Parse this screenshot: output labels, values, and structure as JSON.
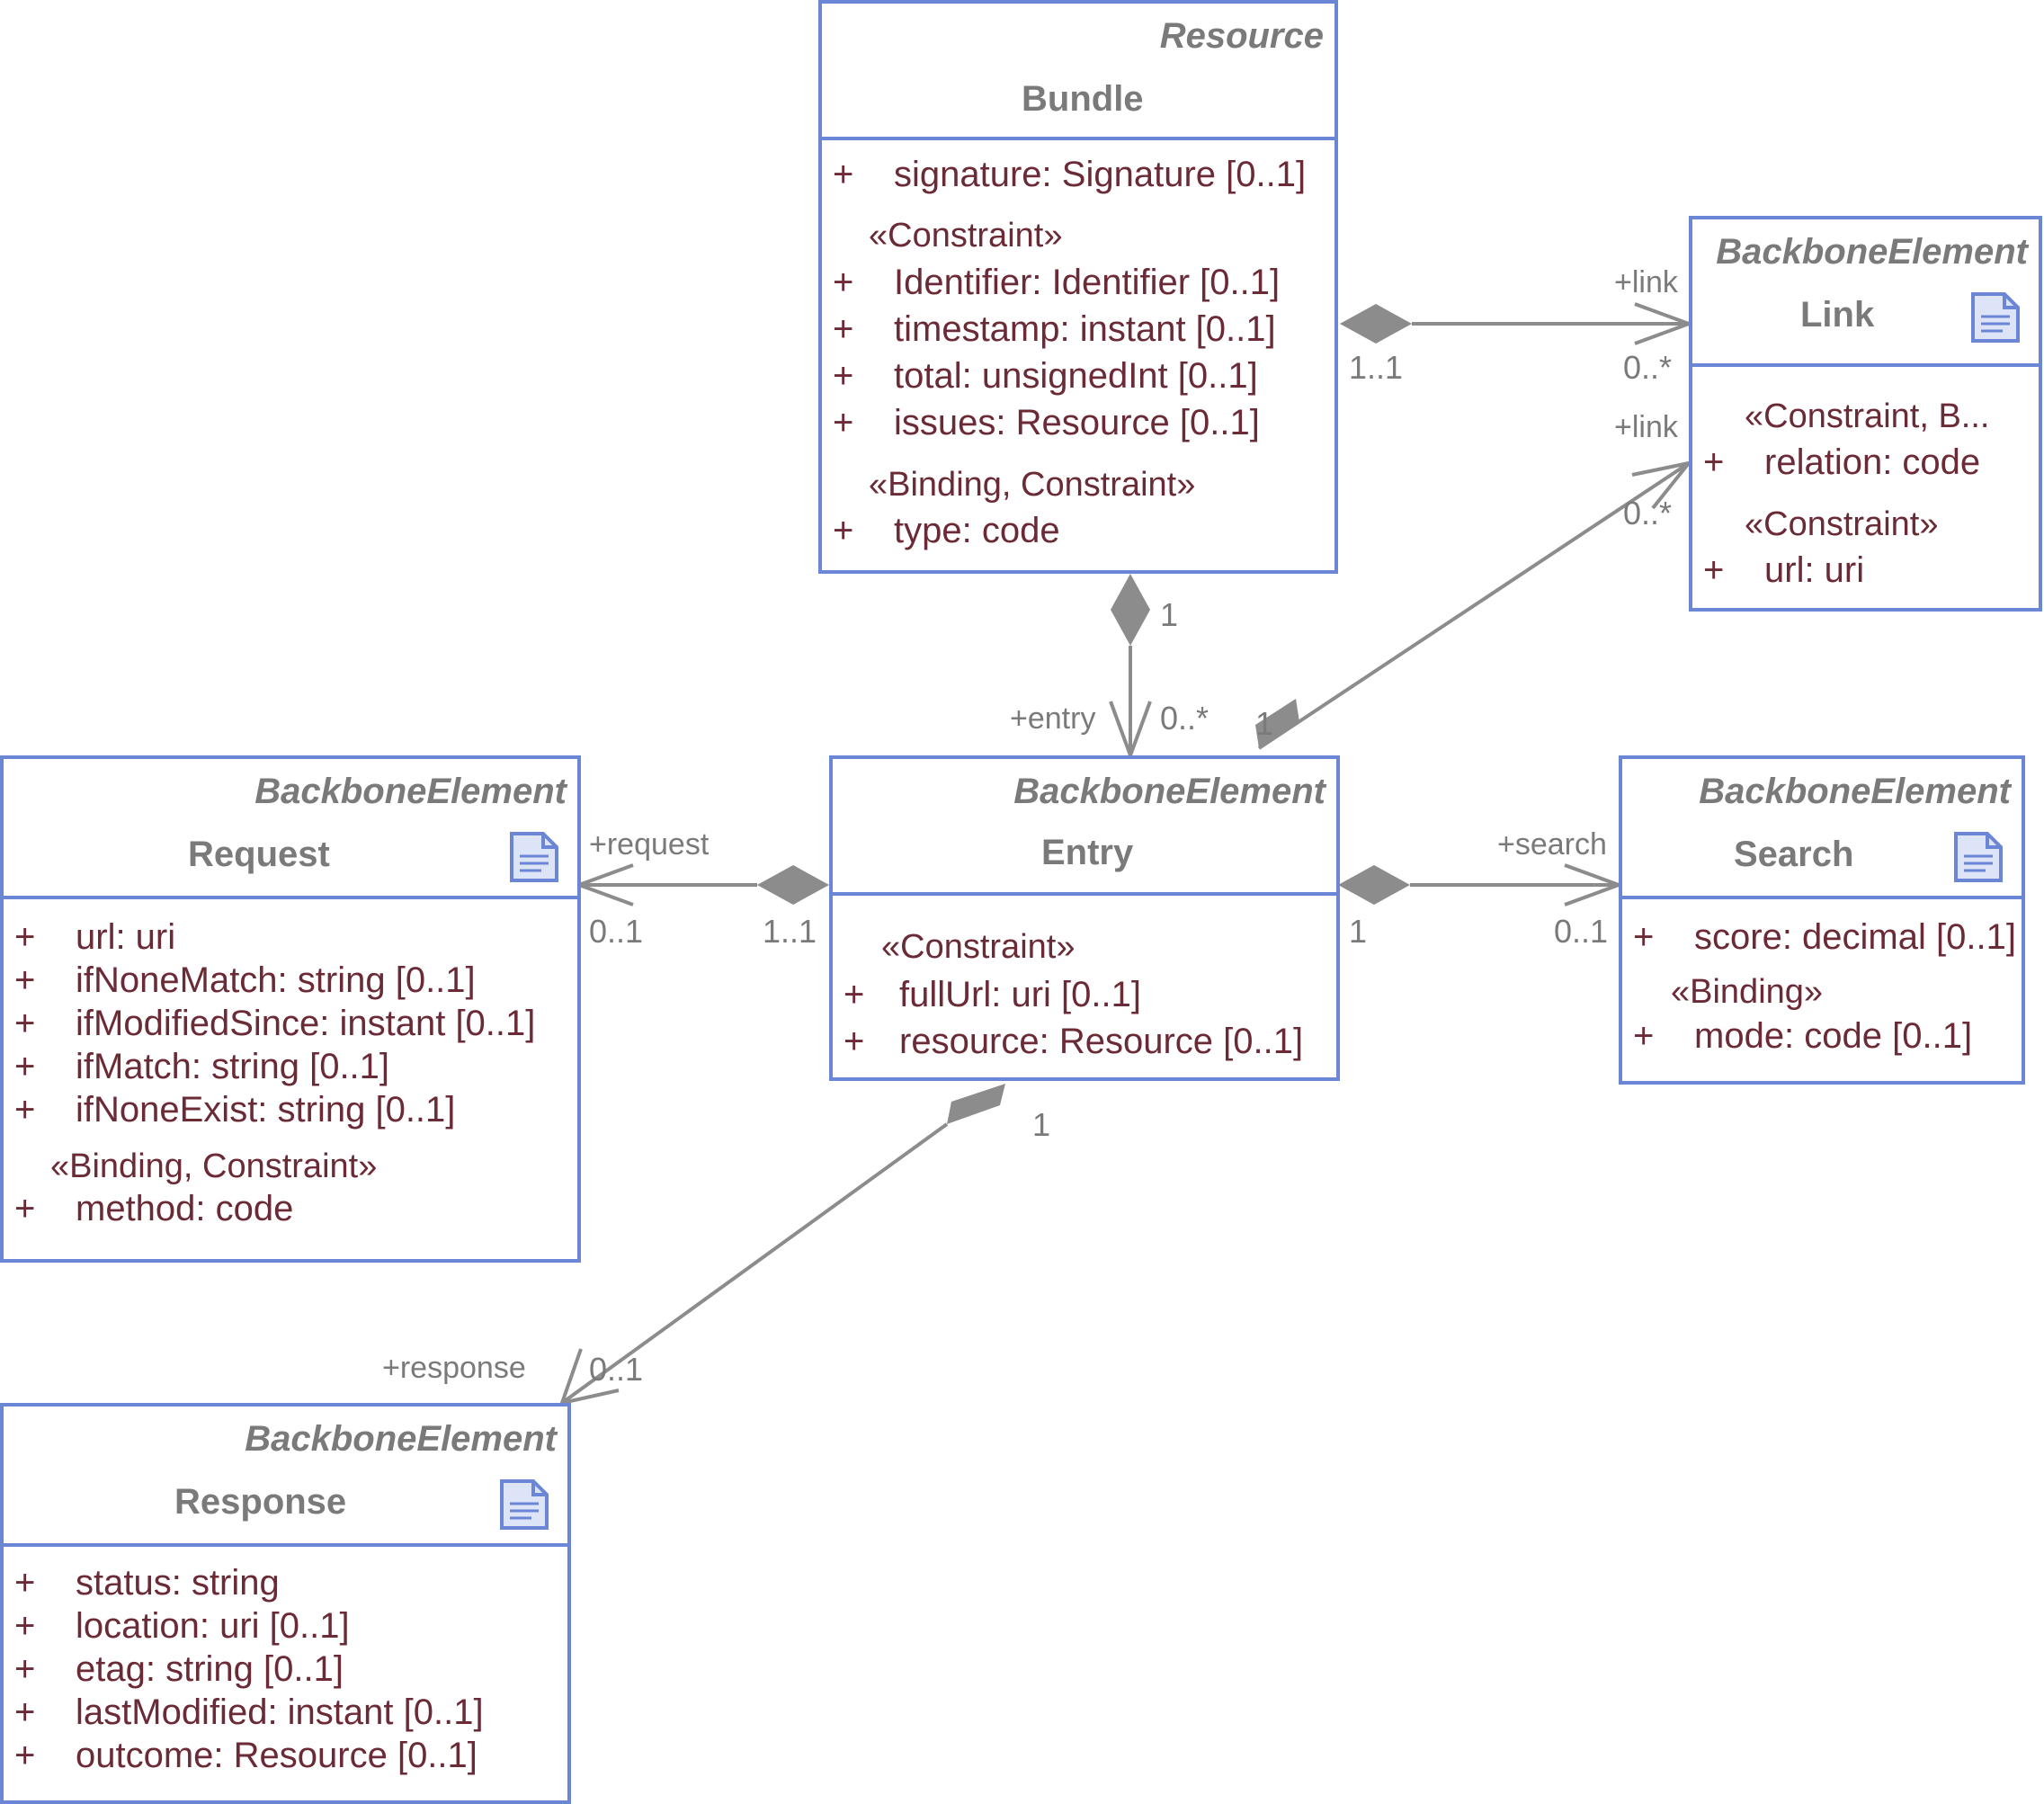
{
  "colors": {
    "border": "#6b86d4",
    "line": "#8c8c8c",
    "attr_text": "#6a2a36",
    "muted_text": "#7a7a7a"
  },
  "classes": {
    "bundle": {
      "stereotype": "Resource",
      "name": "Bundle",
      "attrs": [
        "signature: Signature [0..1]",
        "Identifier: Identifier [0..1]",
        "timestamp: instant [0..1]",
        "total: unsignedInt [0..1]",
        "issues: Resource [0..1]",
        "type: code"
      ],
      "groups": [
        "«Constraint»",
        "«Binding, Constraint»"
      ]
    },
    "link": {
      "stereotype": "BackboneElement",
      "name": "Link",
      "attrs": [
        "relation: code",
        "url: uri"
      ],
      "groups": [
        "«Constraint, B...",
        "«Constraint»"
      ]
    },
    "request": {
      "stereotype": "BackboneElement",
      "name": "Request",
      "attrs": [
        "url: uri",
        "ifNoneMatch: string [0..1]",
        "ifModifiedSince: instant [0..1]",
        "ifMatch: string [0..1]",
        "ifNoneExist: string [0..1]",
        "method: code"
      ],
      "groups": [
        "«Binding, Constraint»"
      ]
    },
    "entry": {
      "stereotype": "BackboneElement",
      "name": "Entry",
      "attrs": [
        "fullUrl: uri [0..1]",
        "resource: Resource [0..1]"
      ],
      "groups": [
        "«Constraint»"
      ]
    },
    "search": {
      "stereotype": "BackboneElement",
      "name": "Search",
      "attrs": [
        "score: decimal [0..1]",
        "mode: code [0..1]"
      ],
      "groups": [
        "«Binding»"
      ]
    },
    "response": {
      "stereotype": "BackboneElement",
      "name": "Response",
      "attrs": [
        "status: string",
        "location: uri [0..1]",
        "etag: string [0..1]",
        "lastModified: instant [0..1]",
        "outcome: Resource [0..1]"
      ],
      "groups": []
    }
  },
  "plus": "+",
  "associations": {
    "bundle_link": {
      "role": "+link",
      "source_mult": "1..1",
      "target_mult": "0..*"
    },
    "entry_link": {
      "role": "+link",
      "source_mult": "1",
      "target_mult": "0..*"
    },
    "bundle_entry": {
      "role": "+entry",
      "source_mult": "1",
      "target_mult": "0..*"
    },
    "entry_request": {
      "role": "+request",
      "source_mult": "1..1",
      "target_mult": "0..1"
    },
    "entry_search": {
      "role": "+search",
      "source_mult": "1",
      "target_mult": "0..1"
    },
    "entry_response": {
      "role": "+response",
      "source_mult": "1",
      "target_mult": "0..1"
    }
  }
}
